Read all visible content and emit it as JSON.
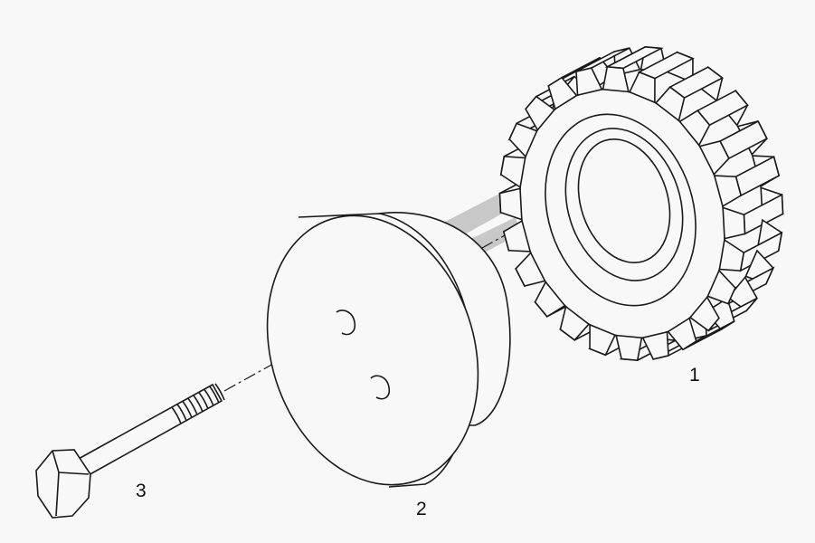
{
  "callouts": {
    "gear": "1",
    "puller_disc": "2",
    "bolt": "3"
  },
  "parts": [
    {
      "number": "1",
      "icon": "gear-icon"
    },
    {
      "number": "2",
      "icon": "disc-icon"
    },
    {
      "number": "3",
      "icon": "bolt-icon"
    }
  ],
  "colors": {
    "line": "#1a1a1a",
    "background": "#f8f8f8",
    "watermark": "#b9b9b9"
  }
}
